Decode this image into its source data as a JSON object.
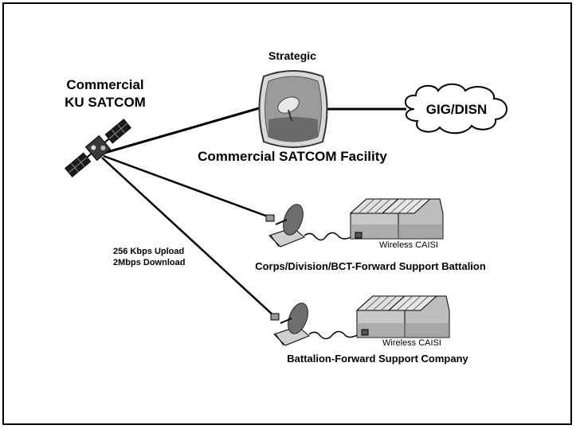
{
  "nodes": {
    "satellite_title_line1": "Commercial",
    "satellite_title_line2": "KU SATCOM",
    "strategic_label": "Strategic",
    "facility_label": "Commercial SATCOM Facility",
    "cloud_label": "GIG/DISN",
    "link_upload": "256 Kbps Upload",
    "link_download": "2Mbps Download",
    "site1_wireless": "Wireless CAISI",
    "site1_label": "Corps/Division/BCT-Forward Support Battalion",
    "site2_wireless": "Wireless CAISI",
    "site2_label": "Battalion-Forward Support Company"
  },
  "colors": {
    "line": "#000000",
    "tent_fill": "#c8c8c8",
    "tent_dark": "#8a8a8a",
    "dish": "#6e6e6e"
  }
}
